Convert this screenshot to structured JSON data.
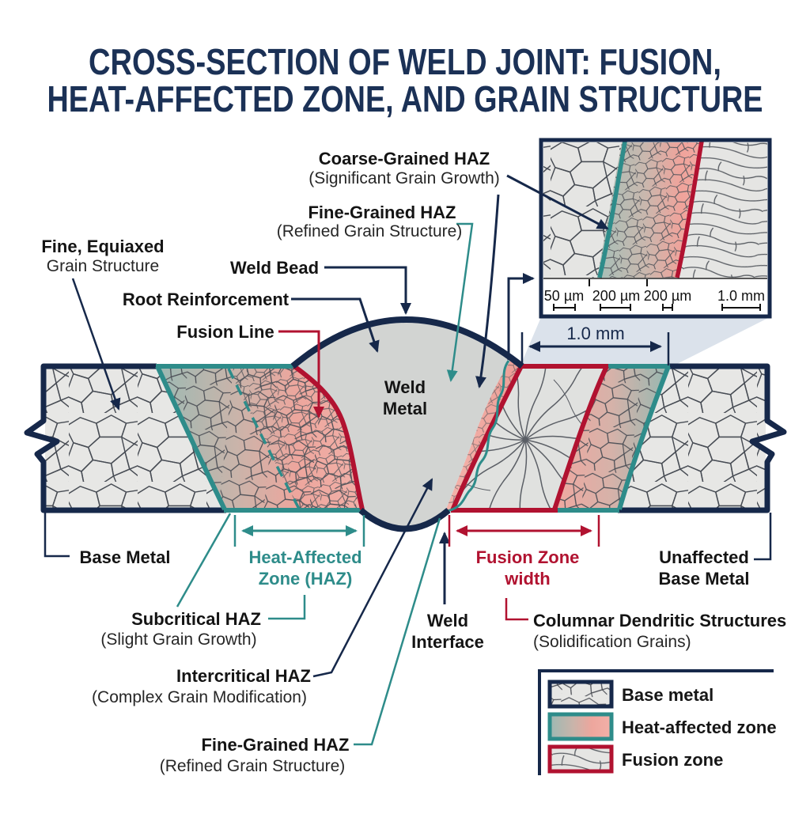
{
  "title": {
    "line1": "CROSS-SECTION OF WELD JOINT: FUSION,",
    "line2": "HEAT-AFFECTED ZONE, AND GRAIN STRUCTURE"
  },
  "colors": {
    "navy": "#16284a",
    "teal": "#2e8c8a",
    "crimson": "#b11230",
    "pink": "#f0a89f",
    "weld_metal_gray": "#d2d4d2",
    "grain_background": "#e7e7e5",
    "projection_blue": "#dbe2eb"
  },
  "labels": {
    "coarse_haz": {
      "title": "Coarse-Grained HAZ",
      "sub": "(Significant Grain Growth)"
    },
    "fine_haz_top": {
      "title": "Fine-Grained HAZ",
      "sub": "(Refined Grain Structure)"
    },
    "fine_equiaxed": {
      "title": "Fine, Equiaxed",
      "sub": "Grain Structure"
    },
    "weld_bead": "Weld Bead",
    "root_reinforcement": "Root Reinforcement",
    "fusion_line": "Fusion Line",
    "weld_metal": {
      "line1": "Weld",
      "line2": "Metal"
    },
    "base_metal": "Base Metal",
    "haz": {
      "line1": "Heat-Affected",
      "line2": "Zone (HAZ)"
    },
    "fusion_zone_width": {
      "line1": "Fusion Zone",
      "line2": "width"
    },
    "unaffected": {
      "line1": "Unaffected",
      "line2": "Base Metal"
    },
    "weld_interface": {
      "line1": "Weld",
      "line2": "Interface"
    },
    "subcritical": {
      "title": "Subcritical HAZ",
      "sub": "(Slight Grain Growth)"
    },
    "intercritical": {
      "title": "Intercritical HAZ",
      "sub": "(Complex Grain Modification)"
    },
    "fine_haz_bottom": {
      "title": "Fine-Grained HAZ",
      "sub": "(Refined Grain Structure)"
    },
    "columnar": {
      "title": "Columnar Dendritic Structures",
      "sub": "(Solidification Grains)"
    }
  },
  "dimensions": {
    "weld_width": "1.0 mm"
  },
  "inset": {
    "scales": [
      "50 µm",
      "200 µm",
      "200 µm",
      "1.0 mm"
    ]
  },
  "legend": {
    "items": [
      {
        "label": "Base metal"
      },
      {
        "label": "Heat-affected zone"
      },
      {
        "label": "Fusion zone"
      }
    ]
  }
}
